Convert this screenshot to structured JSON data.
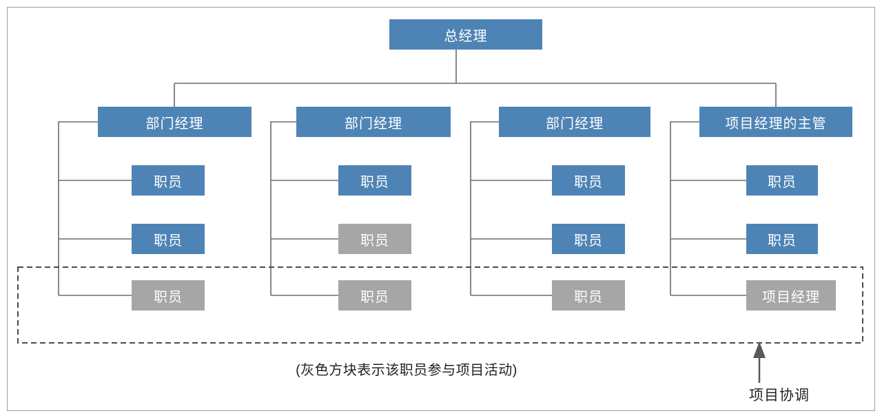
{
  "diagram": {
    "title": "project-coordination-org-chart",
    "root": {
      "label": "总经理"
    },
    "managers": [
      {
        "label": "部门经理"
      },
      {
        "label": "部门经理"
      },
      {
        "label": "部门经理"
      },
      {
        "label": "项目经理的主管"
      }
    ],
    "columns": [
      {
        "children": [
          {
            "label": "职员",
            "variant": "blue"
          },
          {
            "label": "职员",
            "variant": "blue"
          },
          {
            "label": "职员",
            "variant": "gray"
          }
        ]
      },
      {
        "children": [
          {
            "label": "职员",
            "variant": "blue"
          },
          {
            "label": "职员",
            "variant": "gray"
          },
          {
            "label": "职员",
            "variant": "gray"
          }
        ]
      },
      {
        "children": [
          {
            "label": "职员",
            "variant": "blue"
          },
          {
            "label": "职员",
            "variant": "blue"
          },
          {
            "label": "职员",
            "variant": "gray"
          }
        ]
      },
      {
        "children": [
          {
            "label": "职员",
            "variant": "blue"
          },
          {
            "label": "职员",
            "variant": "blue"
          },
          {
            "label": "项目经理",
            "variant": "gray"
          }
        ]
      }
    ],
    "caption": "(灰色方块表示该职员参与项目活动)",
    "coordination_label": "项目协调",
    "colors": {
      "blue": "#4e84b5",
      "gray": "#a6a6a6",
      "line": "#6b6b6b",
      "dash": "#4a4a4a",
      "ink": "#222222"
    }
  }
}
